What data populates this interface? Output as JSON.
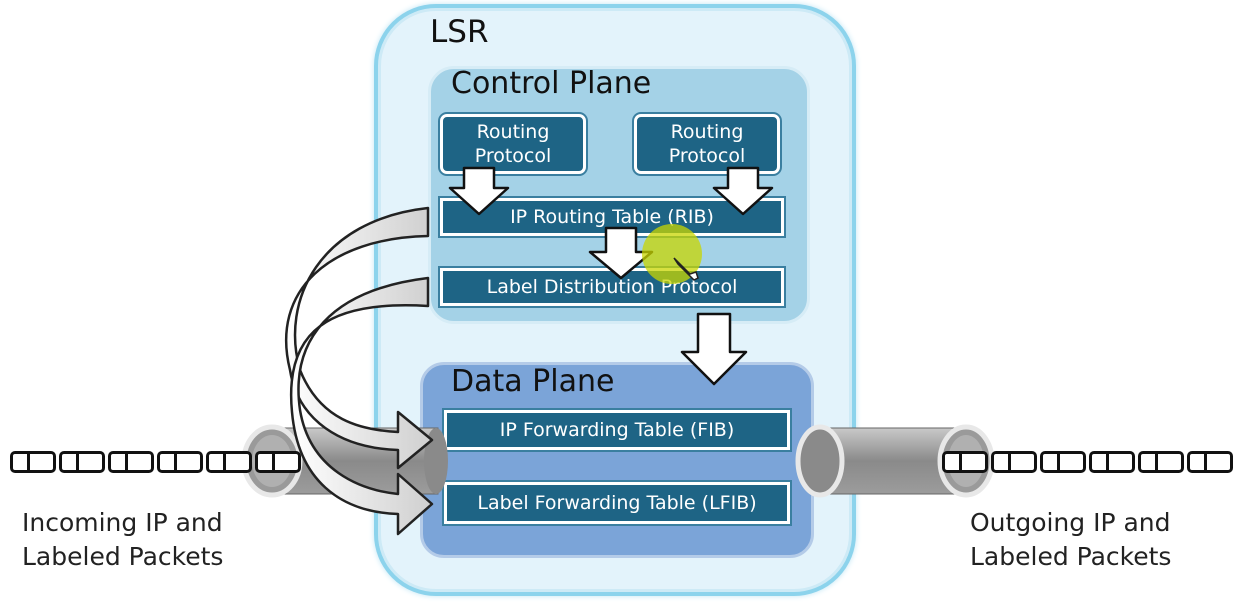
{
  "lsr": {
    "title": "LSR"
  },
  "control_plane": {
    "title": "Control Plane",
    "routing_protocol_1": "Routing Protocol",
    "routing_protocol_2": "Routing Protocol",
    "rib": "IP Routing Table (RIB)",
    "ldp": "Label Distribution Protocol"
  },
  "data_plane": {
    "title": "Data Plane",
    "fib": "IP Forwarding Table (FIB)",
    "lfib": "Label Forwarding Table (LFIB)"
  },
  "incoming": {
    "line1": "Incoming IP and",
    "line2": "Labeled Packets"
  },
  "outgoing": {
    "line1": "Outgoing IP and",
    "line2": "Labeled Packets"
  },
  "colors": {
    "lsr_fill": "#e3f3fb",
    "control_fill": "#a4d2e7",
    "data_fill": "#7ba4d8",
    "box_fill": "#1e6485"
  }
}
